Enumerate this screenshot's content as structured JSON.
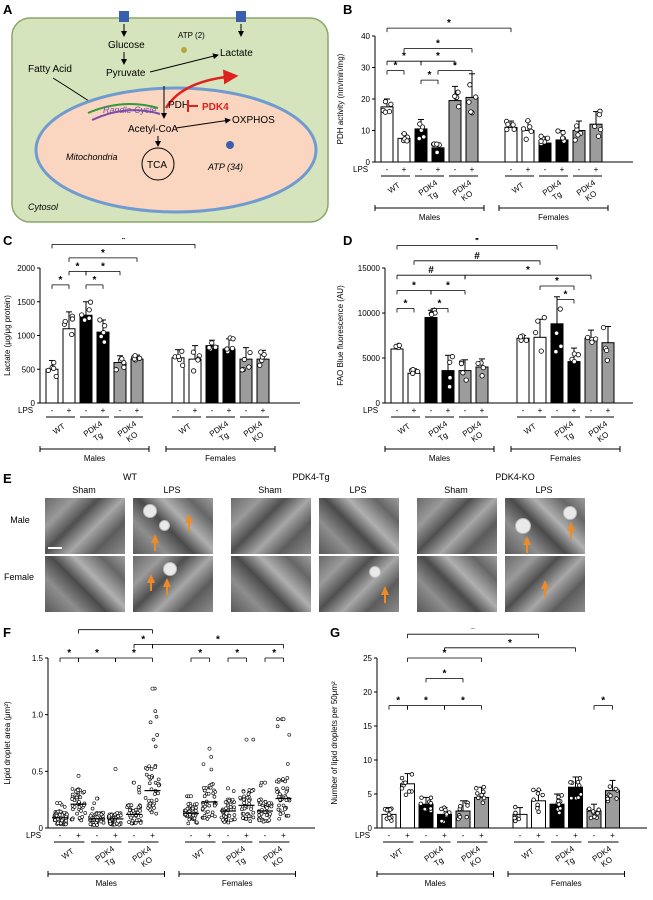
{
  "panels": {
    "A": "A",
    "B": "B",
    "C": "C",
    "D": "D",
    "E": "E",
    "F": "F",
    "G": "G"
  },
  "diagram": {
    "glucose": "Glucose",
    "pyruvate": "Pyruvate",
    "atp2": "ATP (2)",
    "lactate": "Lactate",
    "fatty_acid": "Fatty Acid",
    "randle": "Randle Cycle",
    "pdh": "PDH",
    "pdk4": "PDK4",
    "acetyl": "Acetyl-CoA",
    "oxphos": "OXPHOS",
    "mito": "Mitochondria",
    "tca": "TCA",
    "atp34": "ATP (34)",
    "cytosol": "Cytosol",
    "colors": {
      "cell": "#d6e4bd",
      "mito": "#fad6c0",
      "mito_border": "#6f9bd1",
      "inhibit": "#e02020",
      "randle_green": "#2e9b3c",
      "randle_purple": "#7b4ea6"
    }
  },
  "common": {
    "lps_label": "LPS",
    "minus": "-",
    "plus": "+",
    "wt": "WT",
    "pdk4": "PDK4",
    "tg": "Tg",
    "ko": "KO",
    "males": "Males",
    "females": "Females",
    "star": "*",
    "hash": "#"
  },
  "chart_data": [
    {
      "panel": "B",
      "type": "bar",
      "ylabel": "PDH activity (nm/min/mg)",
      "ylim": [
        0,
        40
      ],
      "yticks": [
        0,
        10,
        20,
        30,
        40
      ],
      "categories": [
        "WT -",
        "WT +",
        "PDK4 Tg -",
        "PDK4 Tg +",
        "PDK4 KO -",
        "PDK4 KO +",
        "WT -",
        "WT +",
        "PDK4 Tg -",
        "PDK4 Tg +",
        "PDK4 KO -",
        "PDK4 KO +"
      ],
      "groups": [
        "Males",
        "Females"
      ],
      "values": [
        17.5,
        7.5,
        10.5,
        4.5,
        19.5,
        20.5,
        11,
        10,
        6,
        7,
        10,
        12
      ],
      "errors": [
        2.5,
        1.5,
        3,
        1.5,
        4.5,
        7.5,
        2,
        3,
        2,
        3,
        3,
        4
      ]
    },
    {
      "panel": "C",
      "type": "bar",
      "ylabel": "Lactate (μg/μg protein)",
      "ylim": [
        0,
        2000
      ],
      "yticks": [
        0,
        500,
        1000,
        1500,
        2000
      ],
      "categories": [
        "WT -",
        "WT +",
        "PDK4 Tg -",
        "PDK4 Tg +",
        "PDK4 KO -",
        "PDK4 KO +",
        "WT -",
        "WT +",
        "PDK4 Tg -",
        "PDK4 Tg +",
        "PDK4 KO -",
        "PDK4 KO +"
      ],
      "groups": [
        "Males",
        "Females"
      ],
      "values": [
        500,
        1100,
        1300,
        1050,
        600,
        650,
        670,
        650,
        850,
        800,
        650,
        650
      ],
      "errors": [
        130,
        250,
        200,
        180,
        100,
        60,
        120,
        200,
        80,
        150,
        170,
        130
      ]
    },
    {
      "panel": "D",
      "type": "bar",
      "ylabel": "FAO Blue fluorescence (AU)",
      "ylim": [
        0,
        15000
      ],
      "yticks": [
        0,
        5000,
        10000,
        15000
      ],
      "categories": [
        "WT -",
        "WT +",
        "PDK4 Tg -",
        "PDK4 Tg +",
        "PDK4 KO -",
        "PDK4 KO +",
        "WT -",
        "WT +",
        "PDK4 Tg -",
        "PDK4 Tg +",
        "PDK4 KO -",
        "PDK4 KO +"
      ],
      "groups": [
        "Males",
        "Females"
      ],
      "values": [
        6000,
        3300,
        9500,
        3600,
        3600,
        4000,
        7200,
        7300,
        8800,
        4600,
        7200,
        6700
      ],
      "errors": [
        400,
        500,
        800,
        1700,
        1200,
        900,
        300,
        2000,
        3000,
        1500,
        900,
        1800
      ]
    },
    {
      "panel": "F",
      "type": "scatter",
      "ylabel": "Lipid droplet area (μm²)",
      "ylim": [
        0,
        1.5
      ],
      "yticks": [
        0,
        0.5,
        1.0,
        1.5
      ],
      "categories": [
        "WT -",
        "WT +",
        "PDK4 Tg -",
        "PDK4 Tg +",
        "PDK4 KO -",
        "PDK4 KO +",
        "WT -",
        "WT +",
        "PDK4 Tg -",
        "PDK4 Tg +",
        "PDK4 KO -",
        "PDK4 KO +"
      ],
      "groups": [
        "Males",
        "Females"
      ],
      "means": [
        0.09,
        0.21,
        0.08,
        0.08,
        0.12,
        0.33,
        0.13,
        0.23,
        0.15,
        0.2,
        0.15,
        0.26
      ],
      "maxes": [
        0.22,
        0.46,
        0.26,
        0.52,
        0.4,
        1.23,
        0.28,
        0.7,
        0.35,
        0.78,
        0.4,
        0.96
      ]
    },
    {
      "panel": "G",
      "type": "bar",
      "ylabel": "Number of lipid droplets per 50μm²",
      "ylim": [
        0,
        25
      ],
      "yticks": [
        0,
        5,
        10,
        15,
        20,
        25
      ],
      "categories": [
        "WT -",
        "WT +",
        "PDK4 Tg -",
        "PDK4 Tg +",
        "PDK4 KO -",
        "PDK4 KO +",
        "WT -",
        "WT +",
        "PDK4 Tg -",
        "PDK4 Tg +",
        "PDK4 KO -",
        "PDK4 KO +"
      ],
      "groups": [
        "Males",
        "Females"
      ],
      "values": [
        2,
        6.5,
        3.5,
        2,
        2.5,
        4.5,
        2,
        4,
        3.5,
        6,
        2.5,
        5.5
      ],
      "errors": [
        1,
        1.5,
        1,
        1,
        1.5,
        1.5,
        1,
        1.5,
        1.5,
        1.5,
        1,
        1.5
      ]
    }
  ],
  "em": {
    "wt": "WT",
    "pdk4tg": "PDK4-Tg",
    "pdk4ko": "PDK4-KO",
    "sham": "Sham",
    "lps": "LPS",
    "male": "Male",
    "female": "Female"
  }
}
